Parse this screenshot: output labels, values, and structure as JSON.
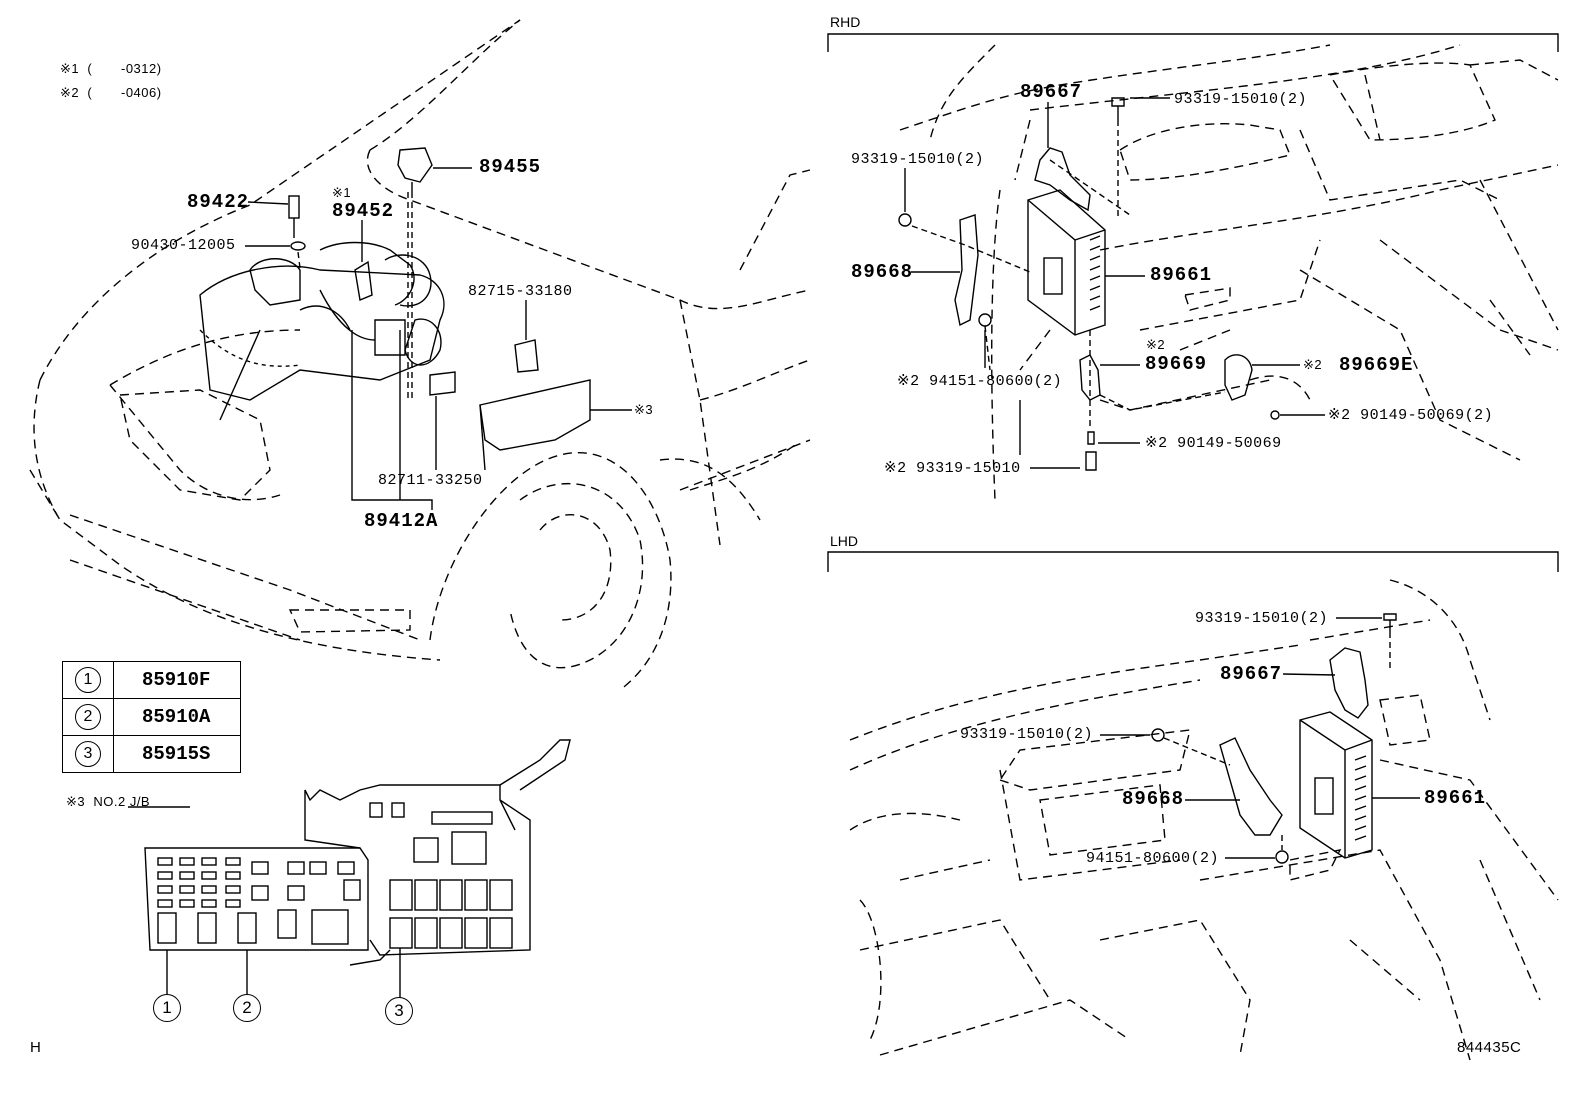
{
  "notes": [
    {
      "mark": "※1",
      "paren_open": "(",
      "range": "-0312)"
    },
    {
      "mark": "※2",
      "paren_open": "(",
      "range": "-0406)"
    }
  ],
  "engine_labels": {
    "p89422": "89422",
    "p90430": "90430-12005",
    "p89452_mark": "※1",
    "p89452": "89452",
    "p89455": "89455",
    "p82715": "82715-33180",
    "p_mark3": "※3",
    "p82711": "82711-33250",
    "p89412A": "89412A"
  },
  "legend": [
    {
      "num": "1",
      "part": "85910F"
    },
    {
      "num": "2",
      "part": "85910A"
    },
    {
      "num": "3",
      "part": "85915S"
    }
  ],
  "jb": {
    "mark": "※3",
    "name": "NO.2 J/B",
    "callouts": [
      "1",
      "2",
      "3"
    ]
  },
  "rhd": {
    "title": "RHD",
    "p89667": "89667",
    "p93319_top": "93319-15010(2)",
    "p93319_left": "93319-15010(2)",
    "p89668": "89668",
    "p89661": "89661",
    "mark_2": "※2",
    "p89669": "89669",
    "p89669E_mark": "※2",
    "p89669E": "89669E",
    "p94151": "※2 94151-80600(2)",
    "p90149_a": "※2  90149-50069(2)",
    "p90149_b": "※2  90149-50069",
    "p93319_bot": "※2 93319-15010"
  },
  "lhd": {
    "title": "LHD",
    "p93319_top": "93319-15010(2)",
    "p89667": "89667",
    "p93319_left": "93319-15010(2)",
    "p89668": "89668",
    "p89661": "89661",
    "p94151": "94151-80600(2)"
  },
  "footer": {
    "left": "H",
    "right": "844435C"
  }
}
